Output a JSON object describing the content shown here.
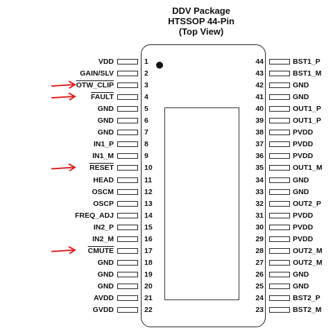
{
  "header": {
    "line1": "DDV Package",
    "line2": "HTSSOP 44-Pin",
    "line3": "(Top View)"
  },
  "left_pins": [
    {
      "num": "1",
      "name": "VDD"
    },
    {
      "num": "2",
      "name": "GAIN/SLV"
    },
    {
      "num": "3",
      "name": "OTW_CLIP",
      "overline": true
    },
    {
      "num": "4",
      "name": "FAULT",
      "overline": true
    },
    {
      "num": "5",
      "name": "GND"
    },
    {
      "num": "6",
      "name": "GND"
    },
    {
      "num": "7",
      "name": "GND"
    },
    {
      "num": "8",
      "name": "IN1_P"
    },
    {
      "num": "9",
      "name": "IN1_M"
    },
    {
      "num": "10",
      "name": "RESET",
      "overline": true
    },
    {
      "num": "11",
      "name": "HEAD"
    },
    {
      "num": "12",
      "name": "OSCM"
    },
    {
      "num": "13",
      "name": "OSCP"
    },
    {
      "num": "14",
      "name": "FREQ_ADJ"
    },
    {
      "num": "15",
      "name": "IN2_P"
    },
    {
      "num": "16",
      "name": "IN2_M"
    },
    {
      "num": "17",
      "name": "CMUTE",
      "overline": true
    },
    {
      "num": "18",
      "name": "GND"
    },
    {
      "num": "19",
      "name": "GND"
    },
    {
      "num": "20",
      "name": "GND"
    },
    {
      "num": "21",
      "name": "AVDD"
    },
    {
      "num": "22",
      "name": "GVDD"
    }
  ],
  "right_pins": [
    {
      "num": "44",
      "name": "BST1_P"
    },
    {
      "num": "43",
      "name": "BST1_M"
    },
    {
      "num": "42",
      "name": "GND"
    },
    {
      "num": "41",
      "name": "GND"
    },
    {
      "num": "40",
      "name": "OUT1_P"
    },
    {
      "num": "39",
      "name": "OUT1_P"
    },
    {
      "num": "38",
      "name": "PVDD"
    },
    {
      "num": "37",
      "name": "PVDD"
    },
    {
      "num": "36",
      "name": "PVDD"
    },
    {
      "num": "35",
      "name": "OUT1_M"
    },
    {
      "num": "34",
      "name": "GND"
    },
    {
      "num": "33",
      "name": "GND"
    },
    {
      "num": "32",
      "name": "OUT2_P"
    },
    {
      "num": "31",
      "name": "PVDD"
    },
    {
      "num": "30",
      "name": "PVDD"
    },
    {
      "num": "29",
      "name": "PVDD"
    },
    {
      "num": "28",
      "name": "OUT2_M"
    },
    {
      "num": "27",
      "name": "OUT2_M"
    },
    {
      "num": "26",
      "name": "GND"
    },
    {
      "num": "25",
      "name": "GND"
    },
    {
      "num": "24",
      "name": "BST2_P"
    },
    {
      "num": "23",
      "name": "BST2_M"
    }
  ],
  "highlighted_pins": [
    "3",
    "4",
    "10",
    "17"
  ],
  "colors": {
    "arrow": "#e02020",
    "outline": "#222222"
  }
}
